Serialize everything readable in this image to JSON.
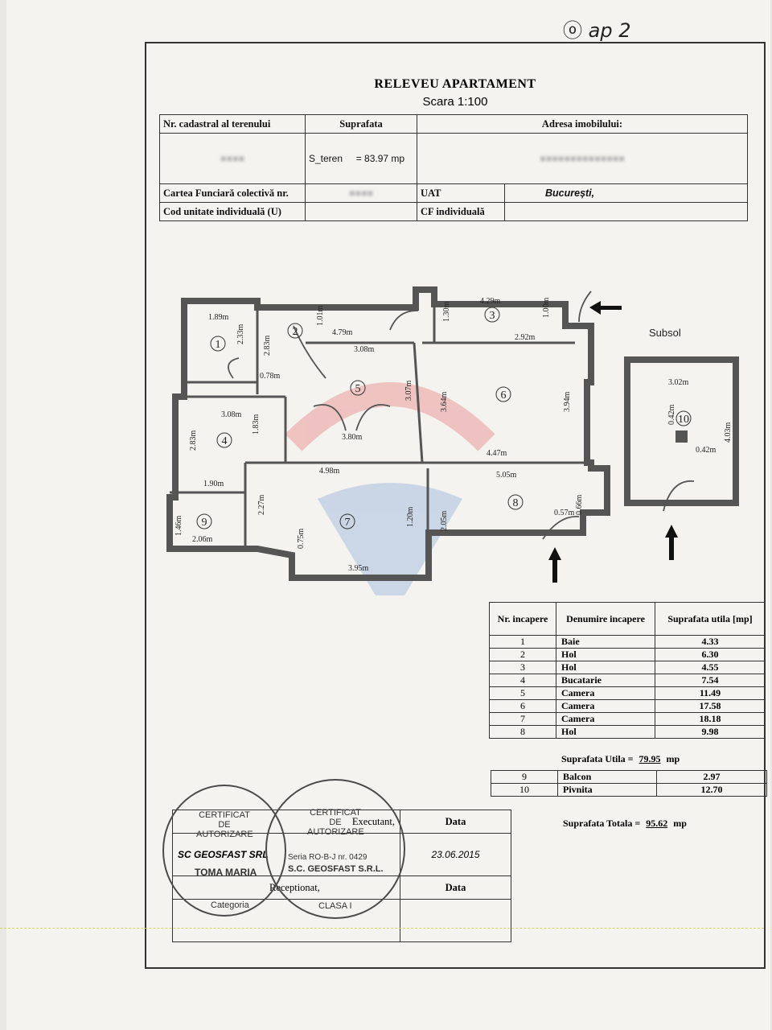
{
  "handwritten_note": "ap 2",
  "title": "RELEVEU APARTAMENT",
  "scale": "Scara 1:100",
  "info_table": {
    "col_cadastral": "Nr. cadastral al terenului",
    "col_suprafata": "Suprafata",
    "col_adresa": "Adresa imobilului:",
    "s_teren_label": "S_teren",
    "s_teren_value": "= 83.97 mp",
    "cf_colectiva": "Cartea Funciară colectivă nr.",
    "uat": "UAT",
    "uat_value": "București,",
    "cod_unitate": "Cod unitate individuală (U)",
    "cf_individuala": "CF individuală"
  },
  "plan": {
    "subsol_label": "Subsol",
    "room_numbers": [
      "1",
      "2",
      "3",
      "4",
      "5",
      "6",
      "7",
      "8",
      "9",
      "10"
    ],
    "dimensions": [
      "1.89m",
      "2.33m",
      "2.83m",
      "0.78m",
      "1.01m",
      "4.79m",
      "4.29m",
      "1.30m",
      "1.00m",
      "2.92m",
      "3.08m",
      "3.07m",
      "3.64m",
      "3.94m",
      "3.80m",
      "4.47m",
      "3.08m",
      "2.83m",
      "1.83m",
      "1.90m",
      "4.98m",
      "5.05m",
      "2.27m",
      "2.05m",
      "0.66m",
      "0.57m",
      "1.46m",
      "2.06m",
      "0.75m",
      "3.95m",
      "1.20m",
      "3.02m",
      "0.42m",
      "0.42m",
      "4.03m"
    ]
  },
  "legend": {
    "headers": [
      "Nr. incapere",
      "Denumire incapere",
      "Suprafata utila [mp]"
    ],
    "rows": [
      {
        "nr": "1",
        "name": "Baie",
        "area": "4.33"
      },
      {
        "nr": "2",
        "name": "Hol",
        "area": "6.30"
      },
      {
        "nr": "3",
        "name": "Hol",
        "area": "4.55"
      },
      {
        "nr": "4",
        "name": "Bucatarie",
        "area": "7.54"
      },
      {
        "nr": "5",
        "name": "Camera",
        "area": "11.49"
      },
      {
        "nr": "6",
        "name": "Camera",
        "area": "17.58"
      },
      {
        "nr": "7",
        "name": "Camera",
        "area": "18.18"
      },
      {
        "nr": "8",
        "name": "Hol",
        "area": "9.98"
      }
    ],
    "suprafata_utila_label": "Suprafata Utila =",
    "suprafata_utila_value": "79.95",
    "unit": "mp",
    "extra_rows": [
      {
        "nr": "9",
        "name": "Balcon",
        "area": "2.97"
      },
      {
        "nr": "10",
        "name": "Pivnita",
        "area": "12.70"
      }
    ],
    "suprafata_totala_label": "Suprafata Totala =",
    "suprafata_totala_value": "95.62"
  },
  "signature_table": {
    "executant": "Executant,",
    "data_label": "Data",
    "company": "SC GEOSFAST SRL",
    "date": "23.06.2015",
    "receptionat": "Receptionat,",
    "data_label_2": "Data"
  },
  "stamps": {
    "left_name": "TOMA MARIA",
    "left_certificat": "CERTIFICAT DE AUTORIZARE",
    "left_categoria": "Categoria",
    "right_certificat": "CERTIFICAT DE AUTORIZARE",
    "right_company": "S.C. GEOSFAST S.R.L.",
    "right_clasa": "CLASA I",
    "right_seria": "Seria RO-B-J nr. 0429"
  }
}
